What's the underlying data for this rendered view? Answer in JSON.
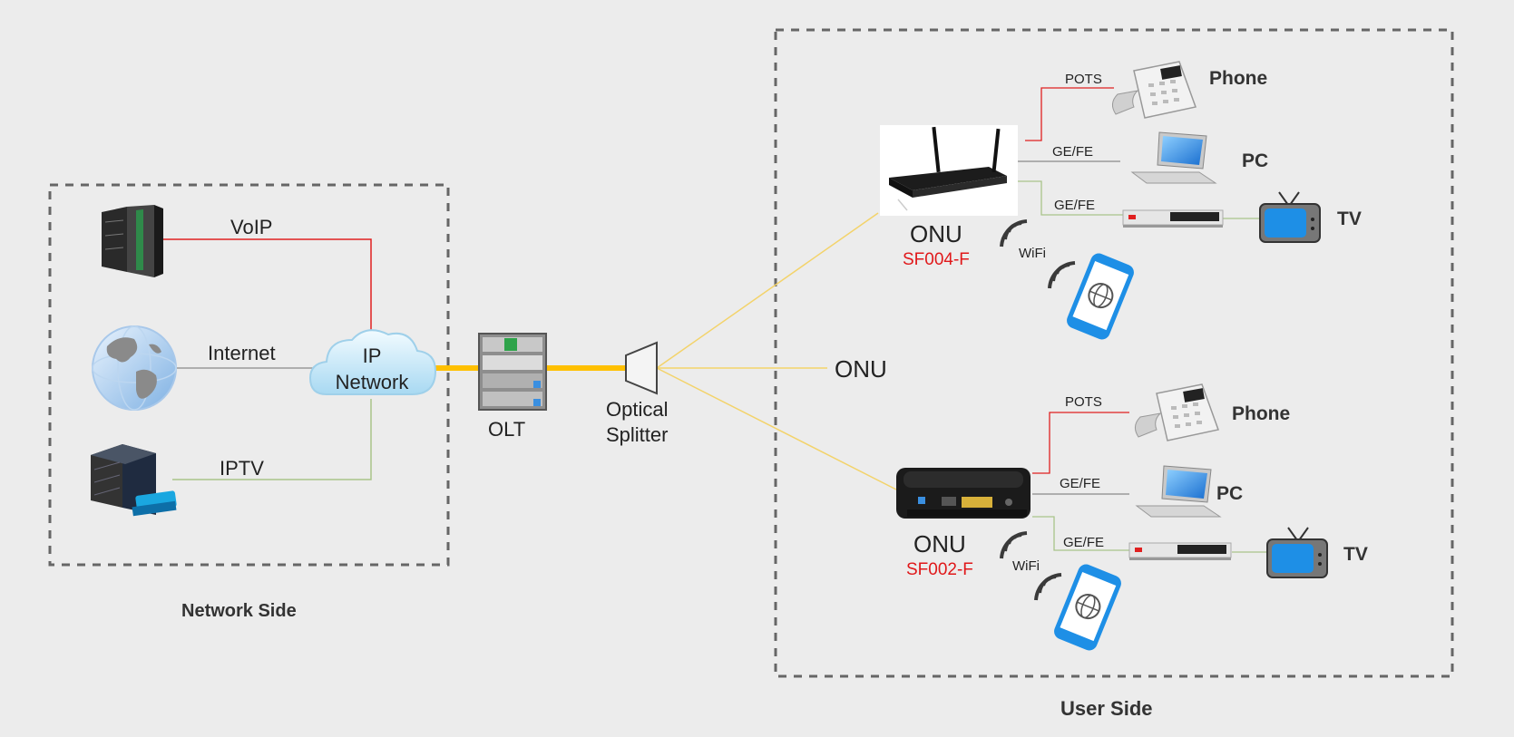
{
  "network_side": {
    "label": "Network Side",
    "services": [
      {
        "label": "VoIP",
        "icon": "server-rack-icon"
      },
      {
        "label": "Internet",
        "icon": "globe-icon"
      },
      {
        "label": "IPTV",
        "icon": "media-server-icon"
      }
    ],
    "cloud_label": [
      "IP",
      "Network"
    ]
  },
  "olt": {
    "label": "OLT"
  },
  "splitter": {
    "label": [
      "Optical",
      "Splitter"
    ]
  },
  "middle_onu": {
    "label": "ONU"
  },
  "user_side": {
    "label": "User Side",
    "onus": [
      {
        "label": "ONU",
        "model": "SF004-F",
        "wifi": "WiFi",
        "ports": [
          {
            "link": "POTS",
            "device": "Phone"
          },
          {
            "link": "GE/FE",
            "device": "PC"
          },
          {
            "link": "GE/FE",
            "device": "TV"
          }
        ]
      },
      {
        "label": "ONU",
        "model": "SF002-F",
        "wifi": "WiFi",
        "ports": [
          {
            "link": "POTS",
            "device": "Phone"
          },
          {
            "link": "GE/FE",
            "device": "PC"
          },
          {
            "link": "GE/FE",
            "device": "TV"
          }
        ]
      }
    ]
  },
  "colors": {
    "voip_line": "#e02020",
    "iptv_line": "#a9c48a",
    "fiber_trunk": "#ffc000",
    "fiber_branch": "#f3d36a",
    "model_text": "#e0181a",
    "phone_blue": "#1e8fe6",
    "border_dash": "#666666"
  }
}
